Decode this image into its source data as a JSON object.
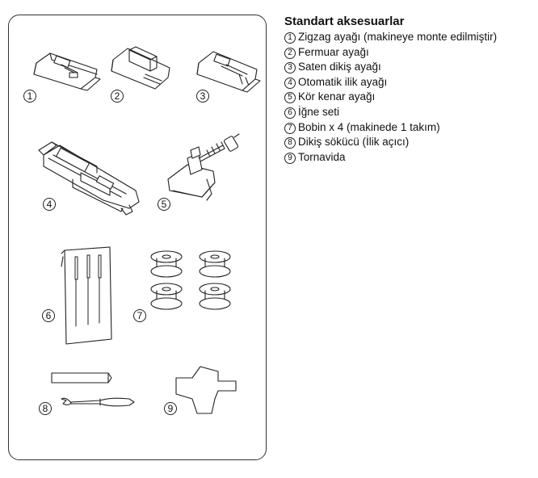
{
  "heading": "Standart aksesuarlar",
  "accessories": [
    {
      "num": "1",
      "label": "Zigzag ayağı (makineye monte edilmiştir)"
    },
    {
      "num": "2",
      "label": "Fermuar ayağı"
    },
    {
      "num": "3",
      "label": "Saten dikiş ayağı"
    },
    {
      "num": "4",
      "label": "Otomatik ilik ayağı"
    },
    {
      "num": "5",
      "label": "Kör kenar ayağı"
    },
    {
      "num": "6",
      "label": "İğne seti"
    },
    {
      "num": "7",
      "label": "Bobin x 4 (makinede 1 takım)"
    },
    {
      "num": "8",
      "label": "Dikiş sökücü (İlik açıcı)"
    },
    {
      "num": "9",
      "label": "Tornavida"
    }
  ],
  "colors": {
    "line": "#222222",
    "panel_border": "#333333"
  }
}
